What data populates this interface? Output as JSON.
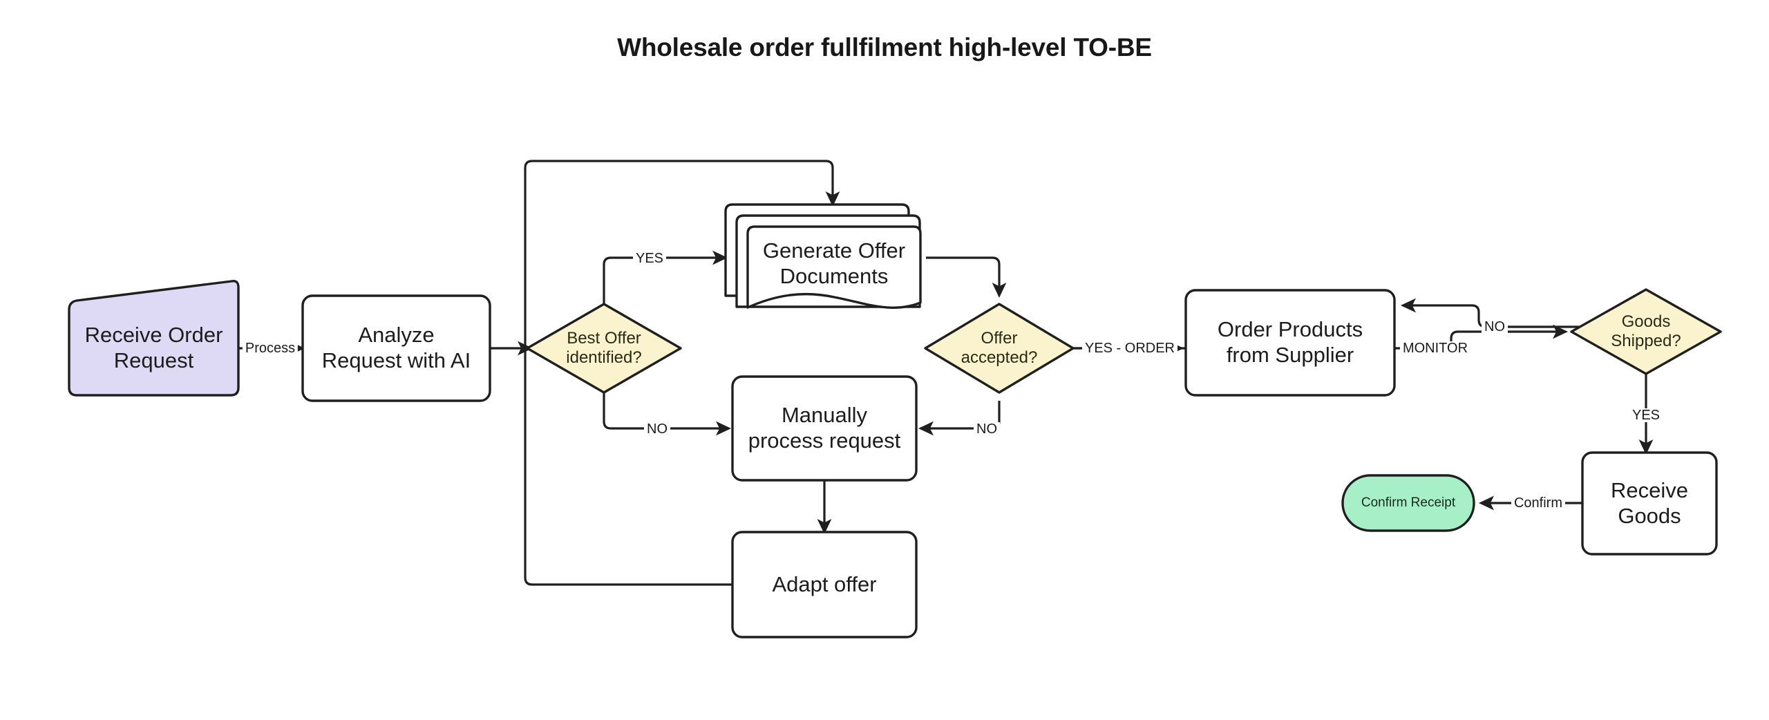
{
  "diagram": {
    "title": "Wholesale order fullfilment high-level TO-BE",
    "background_color": "#ffffff",
    "stroke_color": "#1f1f1f"
  },
  "colors": {
    "lavender": "#dedaf6",
    "yellow": "#faf3cd",
    "green": "#a7efc6",
    "white": "#ffffff",
    "outline": "#1f1f1f"
  },
  "nodes": [
    {
      "id": "receive-order-request",
      "label": "Receive Order\nRequest",
      "shape": "manual-input",
      "fill": "#dedaf6"
    },
    {
      "id": "analyze-request-with-ai",
      "label": "Analyze\nRequest with AI",
      "shape": "process",
      "fill": "#ffffff"
    },
    {
      "id": "best-offer-identified",
      "label": "Best Offer\nidentified?",
      "shape": "decision",
      "fill": "#faf3cd"
    },
    {
      "id": "generate-offer-documents",
      "label": "Generate Offer\nDocuments",
      "shape": "multi-document",
      "fill": "#ffffff"
    },
    {
      "id": "offer-accepted",
      "label": "Offer\naccepted?",
      "shape": "decision",
      "fill": "#faf3cd"
    },
    {
      "id": "manually-process-request",
      "label": "Manually\nprocess request",
      "shape": "process",
      "fill": "#ffffff"
    },
    {
      "id": "adapt-offer",
      "label": "Adapt offer",
      "shape": "process",
      "fill": "#ffffff"
    },
    {
      "id": "order-products-from-supplier",
      "label": "Order Products\nfrom Supplier",
      "shape": "process",
      "fill": "#ffffff"
    },
    {
      "id": "goods-shipped",
      "label": "Goods\nShipped?",
      "shape": "decision",
      "fill": "#faf3cd"
    },
    {
      "id": "receive-goods",
      "label": "Receive\nGoods",
      "shape": "process",
      "fill": "#ffffff"
    },
    {
      "id": "confirm-receipt",
      "label": "Confirm Receipt",
      "shape": "stadium",
      "fill": "#a7efc6"
    }
  ],
  "edges": [
    {
      "id": "e-process",
      "from": "receive-order-request",
      "to": "analyze-request-with-ai",
      "label": "Process"
    },
    {
      "id": "e-analyze-best",
      "from": "analyze-request-with-ai",
      "to": "best-offer-identified",
      "label": ""
    },
    {
      "id": "e-best-yes",
      "from": "best-offer-identified",
      "to": "generate-offer-documents",
      "label": "YES"
    },
    {
      "id": "e-best-no",
      "from": "best-offer-identified",
      "to": "manually-process-request",
      "label": "NO"
    },
    {
      "id": "e-gen-offer",
      "from": "generate-offer-documents",
      "to": "offer-accepted",
      "label": ""
    },
    {
      "id": "e-offer-yes",
      "from": "offer-accepted",
      "to": "order-products-from-supplier",
      "label": "YES - ORDER"
    },
    {
      "id": "e-offer-no",
      "from": "offer-accepted",
      "to": "manually-process-request",
      "label": "NO"
    },
    {
      "id": "e-manual-adapt",
      "from": "manually-process-request",
      "to": "adapt-offer",
      "label": ""
    },
    {
      "id": "e-adapt-loop",
      "from": "adapt-offer",
      "to": "generate-offer-documents",
      "label": ""
    },
    {
      "id": "e-monitor",
      "from": "order-products-from-supplier",
      "to": "goods-shipped",
      "label": "MONITOR"
    },
    {
      "id": "e-shipped-no",
      "from": "goods-shipped",
      "to": "order-products-from-supplier",
      "label": "NO"
    },
    {
      "id": "e-shipped-yes",
      "from": "goods-shipped",
      "to": "receive-goods",
      "label": "YES"
    },
    {
      "id": "e-confirm",
      "from": "receive-goods",
      "to": "confirm-receipt",
      "label": "Confirm"
    }
  ]
}
